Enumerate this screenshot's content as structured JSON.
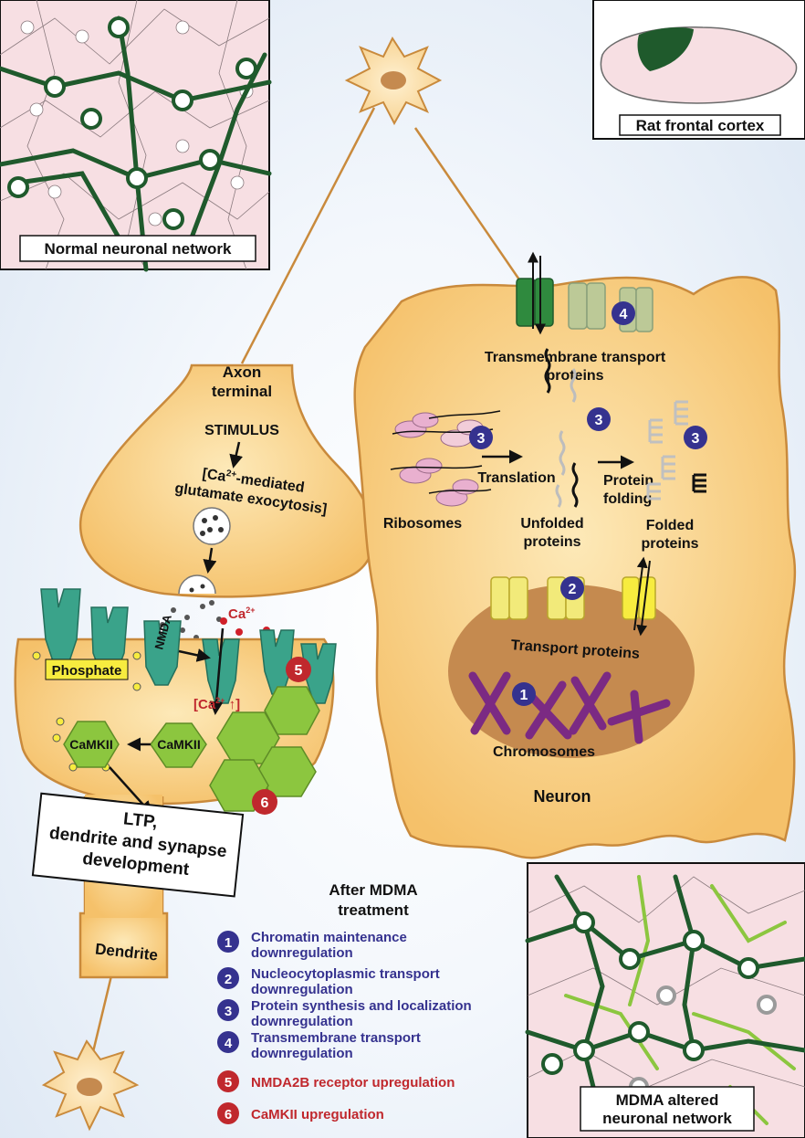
{
  "insets": {
    "normal": "Normal neuronal network",
    "rat": "Rat frontal cortex",
    "altered_line1": "MDMA altered",
    "altered_line2": "neuronal network"
  },
  "synapse": {
    "axon_line1": "Axon",
    "axon_line2": "terminal",
    "stimulus": "STIMULUS",
    "ca_line1_pre": "[Ca",
    "ca_line1_sup": "2+",
    "ca_line1_post": "-mediated",
    "ca_line2": "glutamate exocytosis]",
    "ca_ion": "Ca",
    "ca_ion_sup": "2+",
    "ca_rise_pre": "[Ca",
    "ca_rise_sup": "2+",
    "ca_rise_post": " ↑]",
    "nmda": "NMDA",
    "phosphate": "Phosphate",
    "camkii_p": "CaMKII",
    "camkii": "CaMKII",
    "ltp_line1": "LTP,",
    "ltp_line2": "dendrite and synapse",
    "ltp_line3": "development",
    "dendrite": "Dendrite"
  },
  "neuron": {
    "transmembrane_line1": "Transmembrane transport",
    "transmembrane_line2": "proteins",
    "ribosomes": "Ribosomes",
    "translation": "Translation",
    "protein_line1": "Protein",
    "protein_line2": "folding",
    "unfolded_line1": "Unfolded",
    "unfolded_line2": "proteins",
    "folded_line1": "Folded",
    "folded_line2": "proteins",
    "transport": "Transport proteins",
    "chromosomes": "Chromosomes",
    "label": "Neuron"
  },
  "badges": {
    "b1": "1",
    "b2": "2",
    "b3": "3",
    "b4": "4",
    "b5": "5",
    "b6": "6"
  },
  "legend": {
    "title_line1": "After MDMA",
    "title_line2": "treatment",
    "items": [
      {
        "num": "1",
        "line1": "Chromatin maintenance",
        "line2": "downregulation"
      },
      {
        "num": "2",
        "line1": "Nucleocytoplasmic transport",
        "line2": "downregulation"
      },
      {
        "num": "3",
        "line1": "Protein synthesis and localization",
        "line2": "downregulation"
      },
      {
        "num": "4",
        "line1": "Transmembrane transport",
        "line2": "downregulation"
      },
      {
        "num": "5",
        "line1": "NMDA2B receptor upregulation",
        "line2": ""
      },
      {
        "num": "6",
        "line1": "CaMKII upregulation",
        "line2": ""
      }
    ]
  },
  "colors": {
    "membrane": "#f7c873",
    "membrane_stroke": "#c98a3c",
    "nucleus": "#c58a4f",
    "dark_green": "#1f5a2c",
    "light_green": "#8cc63f",
    "teal": "#3aa38a",
    "hexagon": "#8cc63f",
    "badge_blue": "#35328f",
    "badge_red": "#c0282d",
    "inset_pink": "#f7dfe3"
  }
}
